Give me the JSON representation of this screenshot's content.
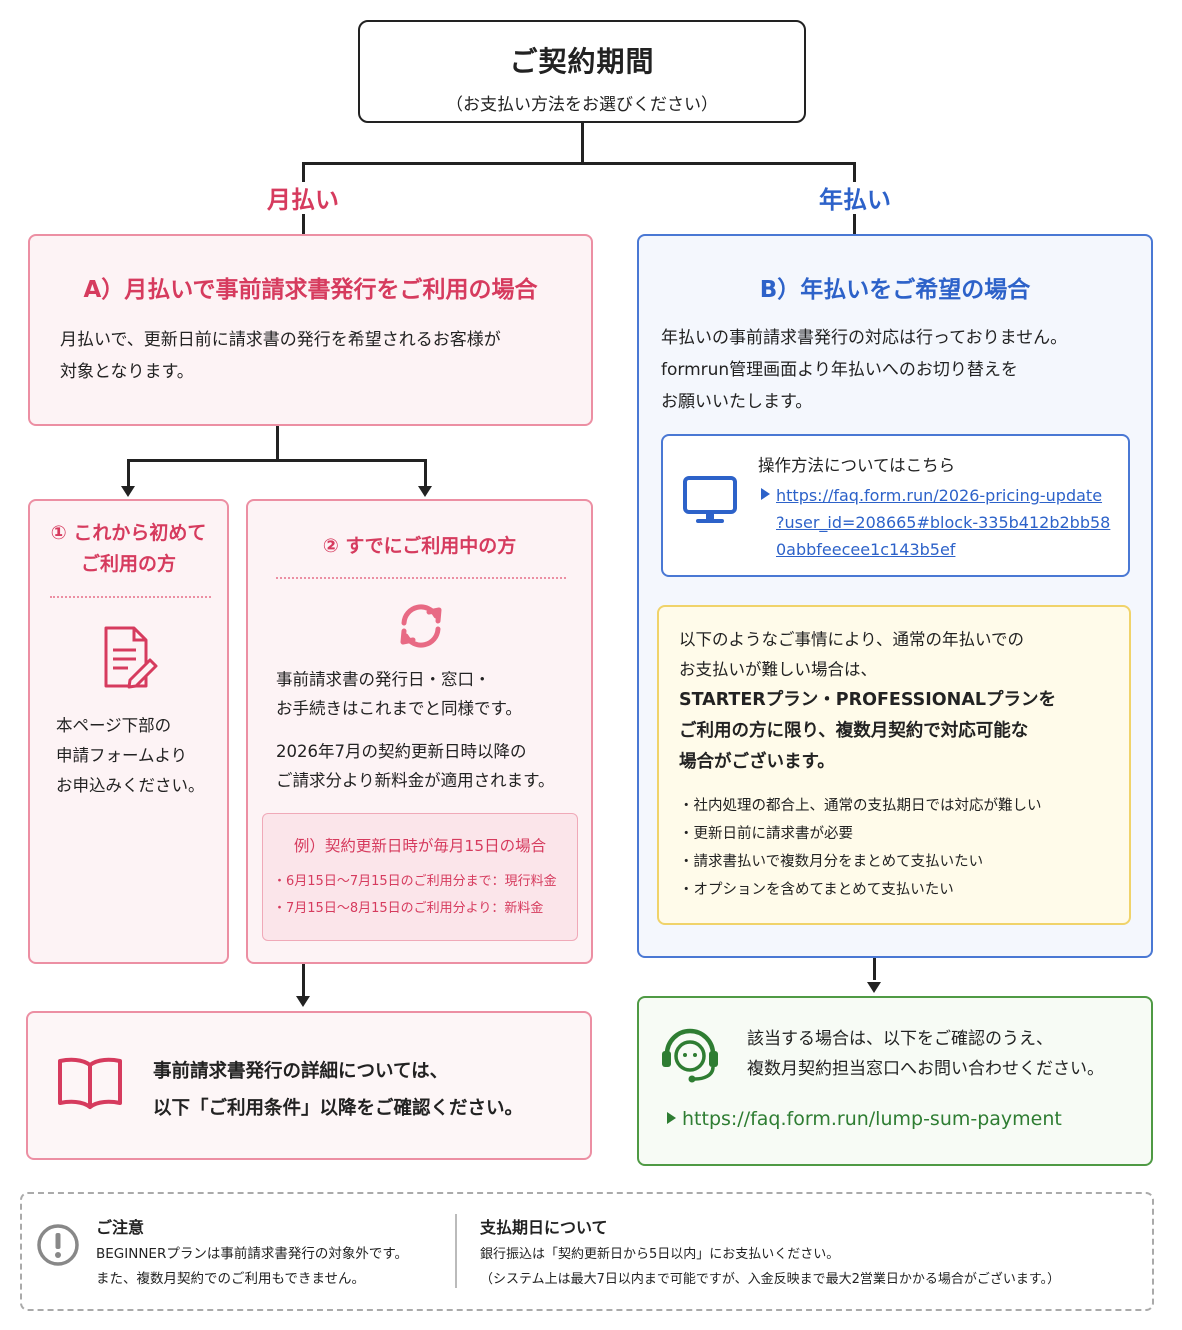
{
  "top": {
    "title": "ご契約期間",
    "subtitle": "（お支払い方法をお選びください）"
  },
  "branches": {
    "monthly_label": "月払い",
    "annual_label": "年払い"
  },
  "box_a": {
    "heading": "A）月払いで事前請求書発行をご利用の場合",
    "lines": [
      "月払いで、更新日前に請求書の発行を希望されるお客様が",
      "対象となります。"
    ]
  },
  "box_a1": {
    "heading_lines": [
      "① これから初めて",
      "ご利用の方"
    ],
    "icon": "document-edit-icon",
    "lines": [
      "本ページ下部の",
      "申請フォームより",
      "お申込みください。"
    ]
  },
  "box_a2": {
    "heading": "② すでにご利用中の方",
    "icon": "refresh-icon",
    "para1": [
      "事前請求書の発行日・窓口・",
      "お手続きはこれまでと同様です。"
    ],
    "para2": [
      "2026年7月の契約更新日時以降の",
      "ご請求分より新料金が適用されます。"
    ],
    "example": {
      "title": "例）契約更新日時が毎月15日の場合",
      "items": [
        "・6月15日〜7月15日のご利用分まで：現行料金",
        "・7月15日〜8月15日のご利用分より：新料金"
      ]
    }
  },
  "box_a_bottom": {
    "icon": "book-icon",
    "lines": [
      "事前請求書発行の詳細については、",
      "以下「ご利用条件」以降をご確認ください。"
    ]
  },
  "box_b": {
    "heading": "B）年払いをご希望の場合",
    "lines": [
      "年払いの事前請求書発行の対応は行っておりません。",
      "formrun管理画面より年払いへのお切り替えを",
      "お願いいたします。"
    ],
    "howto": {
      "icon": "monitor-icon",
      "label": "操作方法についてはこちら",
      "link_lines": [
        "https://faq.form.run/2026-pricing-update",
        "?user_id=208665#block-335b412b2bb58",
        "0abbfeecee1c143b5ef"
      ]
    },
    "notice": {
      "intro": [
        "以下のようなご事情により、通常の年払いでの",
        "お支払いが難しい場合は、"
      ],
      "emphasis": [
        "STARTERプラン・PROFESSIONALプランを",
        "ご利用の方に限り、複数月契約で対応可能な",
        "場合がございます。"
      ],
      "bullets": [
        "・社内処理の都合上、通常の支払期日では対応が難しい",
        "・更新日前に請求書が必要",
        "・請求書払いで複数月分をまとめて支払いたい",
        "・オプションを含めてまとめて支払いたい"
      ]
    }
  },
  "box_b_bottom": {
    "icon": "headset-support-icon",
    "lines": [
      "該当する場合は、以下をご確認のうえ、",
      "複数月契約担当窓口へお問い合わせください。"
    ],
    "link": "https://faq.form.run/lump-sum-payment"
  },
  "footer": {
    "icon": "exclamation-icon",
    "caution_title": "ご注意",
    "caution_lines": [
      "BEGINNERプランは事前請求書発行の対象外です。",
      "また、複数月契約でのご利用もできません。"
    ],
    "due_title": "支払期日について",
    "due_lines": [
      "銀行振込は「契約更新日から5日以内」にお支払いください。",
      "（システム上は最大7日以内まで可能ですが、入金反映まで最大2営業日かかる場合がございます。）"
    ]
  },
  "colors": {
    "monthly": "#d63b5e",
    "annual": "#2d62c9",
    "support": "#2e7d32",
    "notice_border": "#f0d36a"
  }
}
